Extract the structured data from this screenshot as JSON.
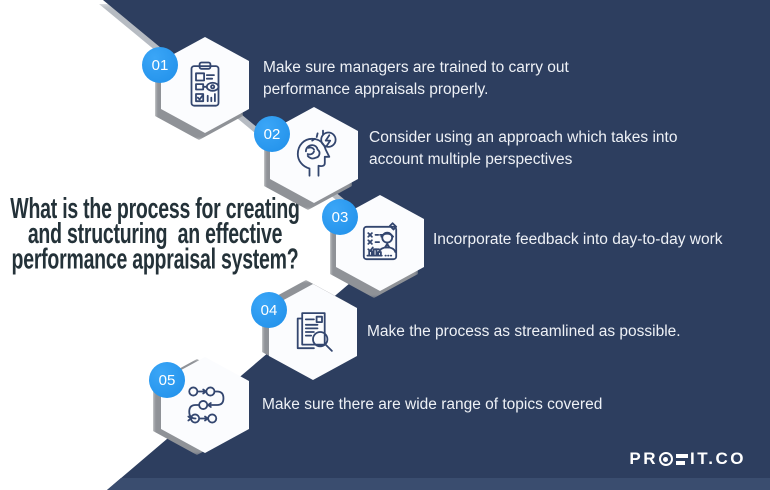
{
  "title": {
    "line1": "What is the process for creating",
    "line2": "and structuring  an effective",
    "line3": "performance appraisal system?"
  },
  "steps": [
    {
      "number": "01",
      "icon": "appraisal-clipboard-eye-icon",
      "text": "Make sure managers are trained to carry out performance appraisals properly."
    },
    {
      "number": "02",
      "icon": "head-brain-lightning-icon",
      "text": "Consider using an approach which takes into account multiple perspectives"
    },
    {
      "number": "03",
      "icon": "feedback-person-checklist-icon",
      "text": "Incorporate feedback into day-to-day work"
    },
    {
      "number": "04",
      "icon": "document-magnifier-icon",
      "text": "Make the process as streamlined as possible."
    },
    {
      "number": "05",
      "icon": "process-flow-path-icon",
      "text": "Make sure there are wide range of topics covered"
    }
  ],
  "logo": {
    "part1": "PR",
    "part2": "IT.CO",
    "full_name": "PROFIT.CO"
  },
  "colors": {
    "navy_background": "#2d3e5f",
    "bottom_strip": "#3a4d6f",
    "badge_blue": "#2f9df5",
    "title_dark": "#243239",
    "icon_stroke": "#33466f",
    "hexagon_fill": "#fbfcfe",
    "hexagon_shadow": "#8f9297",
    "body_text": "#eef1f6"
  }
}
